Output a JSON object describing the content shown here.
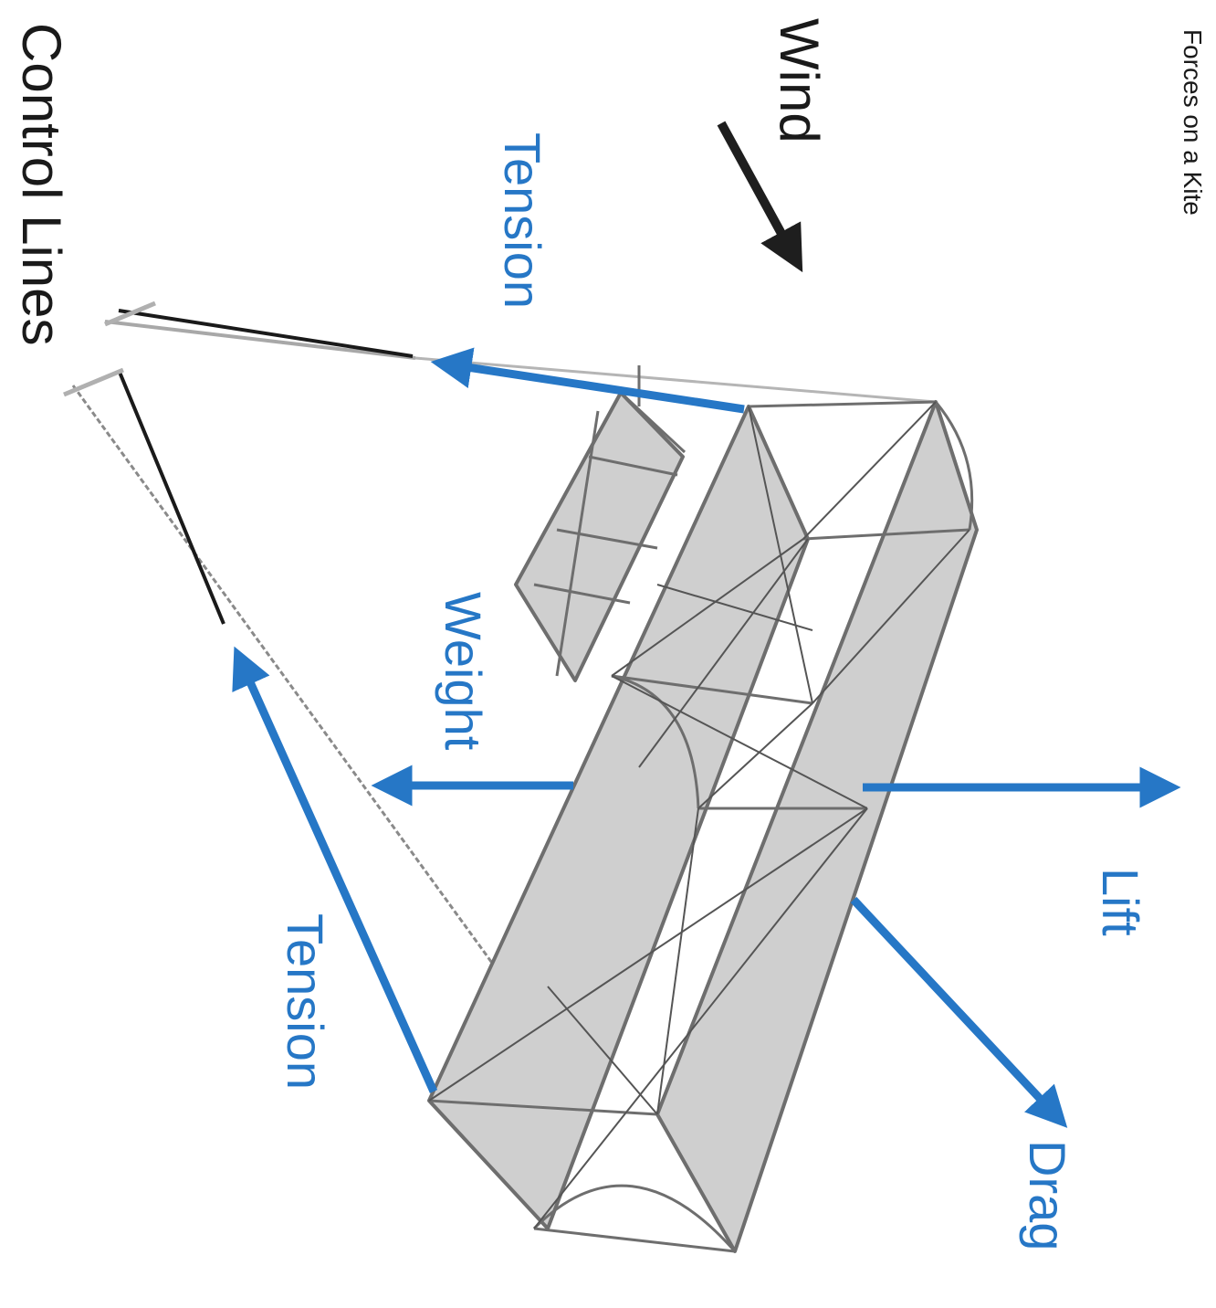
{
  "diagram": {
    "title": "Forces on a Kite",
    "labels": {
      "wind": "Wind",
      "control_lines": "Control Lines",
      "tension_top": "Tension",
      "tension_bottom": "Tension",
      "weight": "Weight",
      "lift": "Lift",
      "drag": "Drag"
    },
    "colors": {
      "force_arrow": "#2677c6",
      "wind_arrow": "#1e1e1e",
      "kite_fill": "#cfcfcf",
      "frame": "#6e6e6e"
    }
  }
}
